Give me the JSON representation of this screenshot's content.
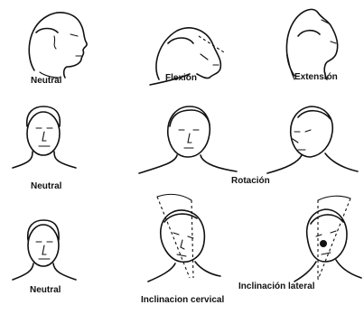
{
  "labels": {
    "neutral_1": "Neutral",
    "flexion": "Flexión",
    "extension": "Extensión",
    "neutral_2": "Neutral",
    "rotacion": "Rotación",
    "neutral_3": "Neutral",
    "inclinacion_lateral": "Inclinación lateral",
    "inclinacion_cervical": "Inclinacion cervical"
  }
}
